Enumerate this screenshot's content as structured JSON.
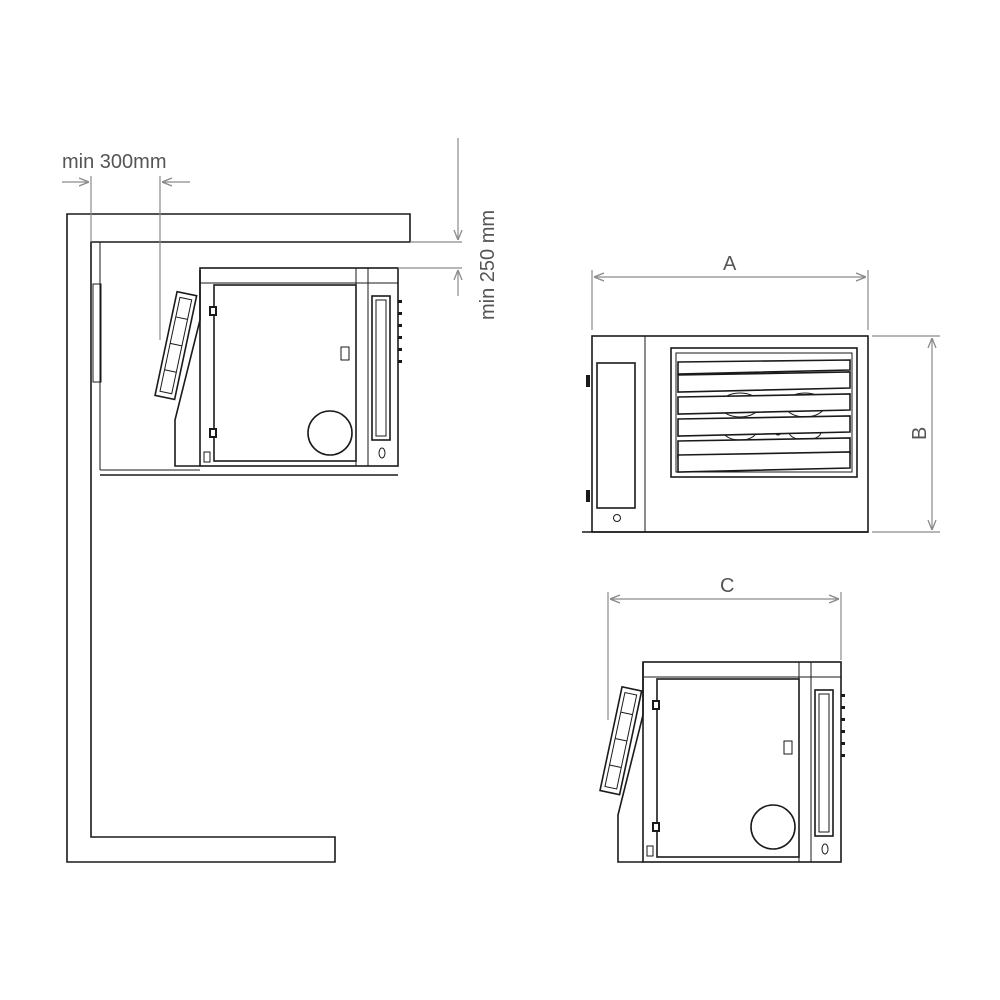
{
  "labels": {
    "side_clearance": "min 300mm",
    "top_clearance": "min 250 mm",
    "width": "A",
    "height": "B",
    "depth": "C"
  },
  "colors": {
    "line": "#1a1a1a",
    "dimension": "#8a8a8a",
    "text": "#555555"
  }
}
